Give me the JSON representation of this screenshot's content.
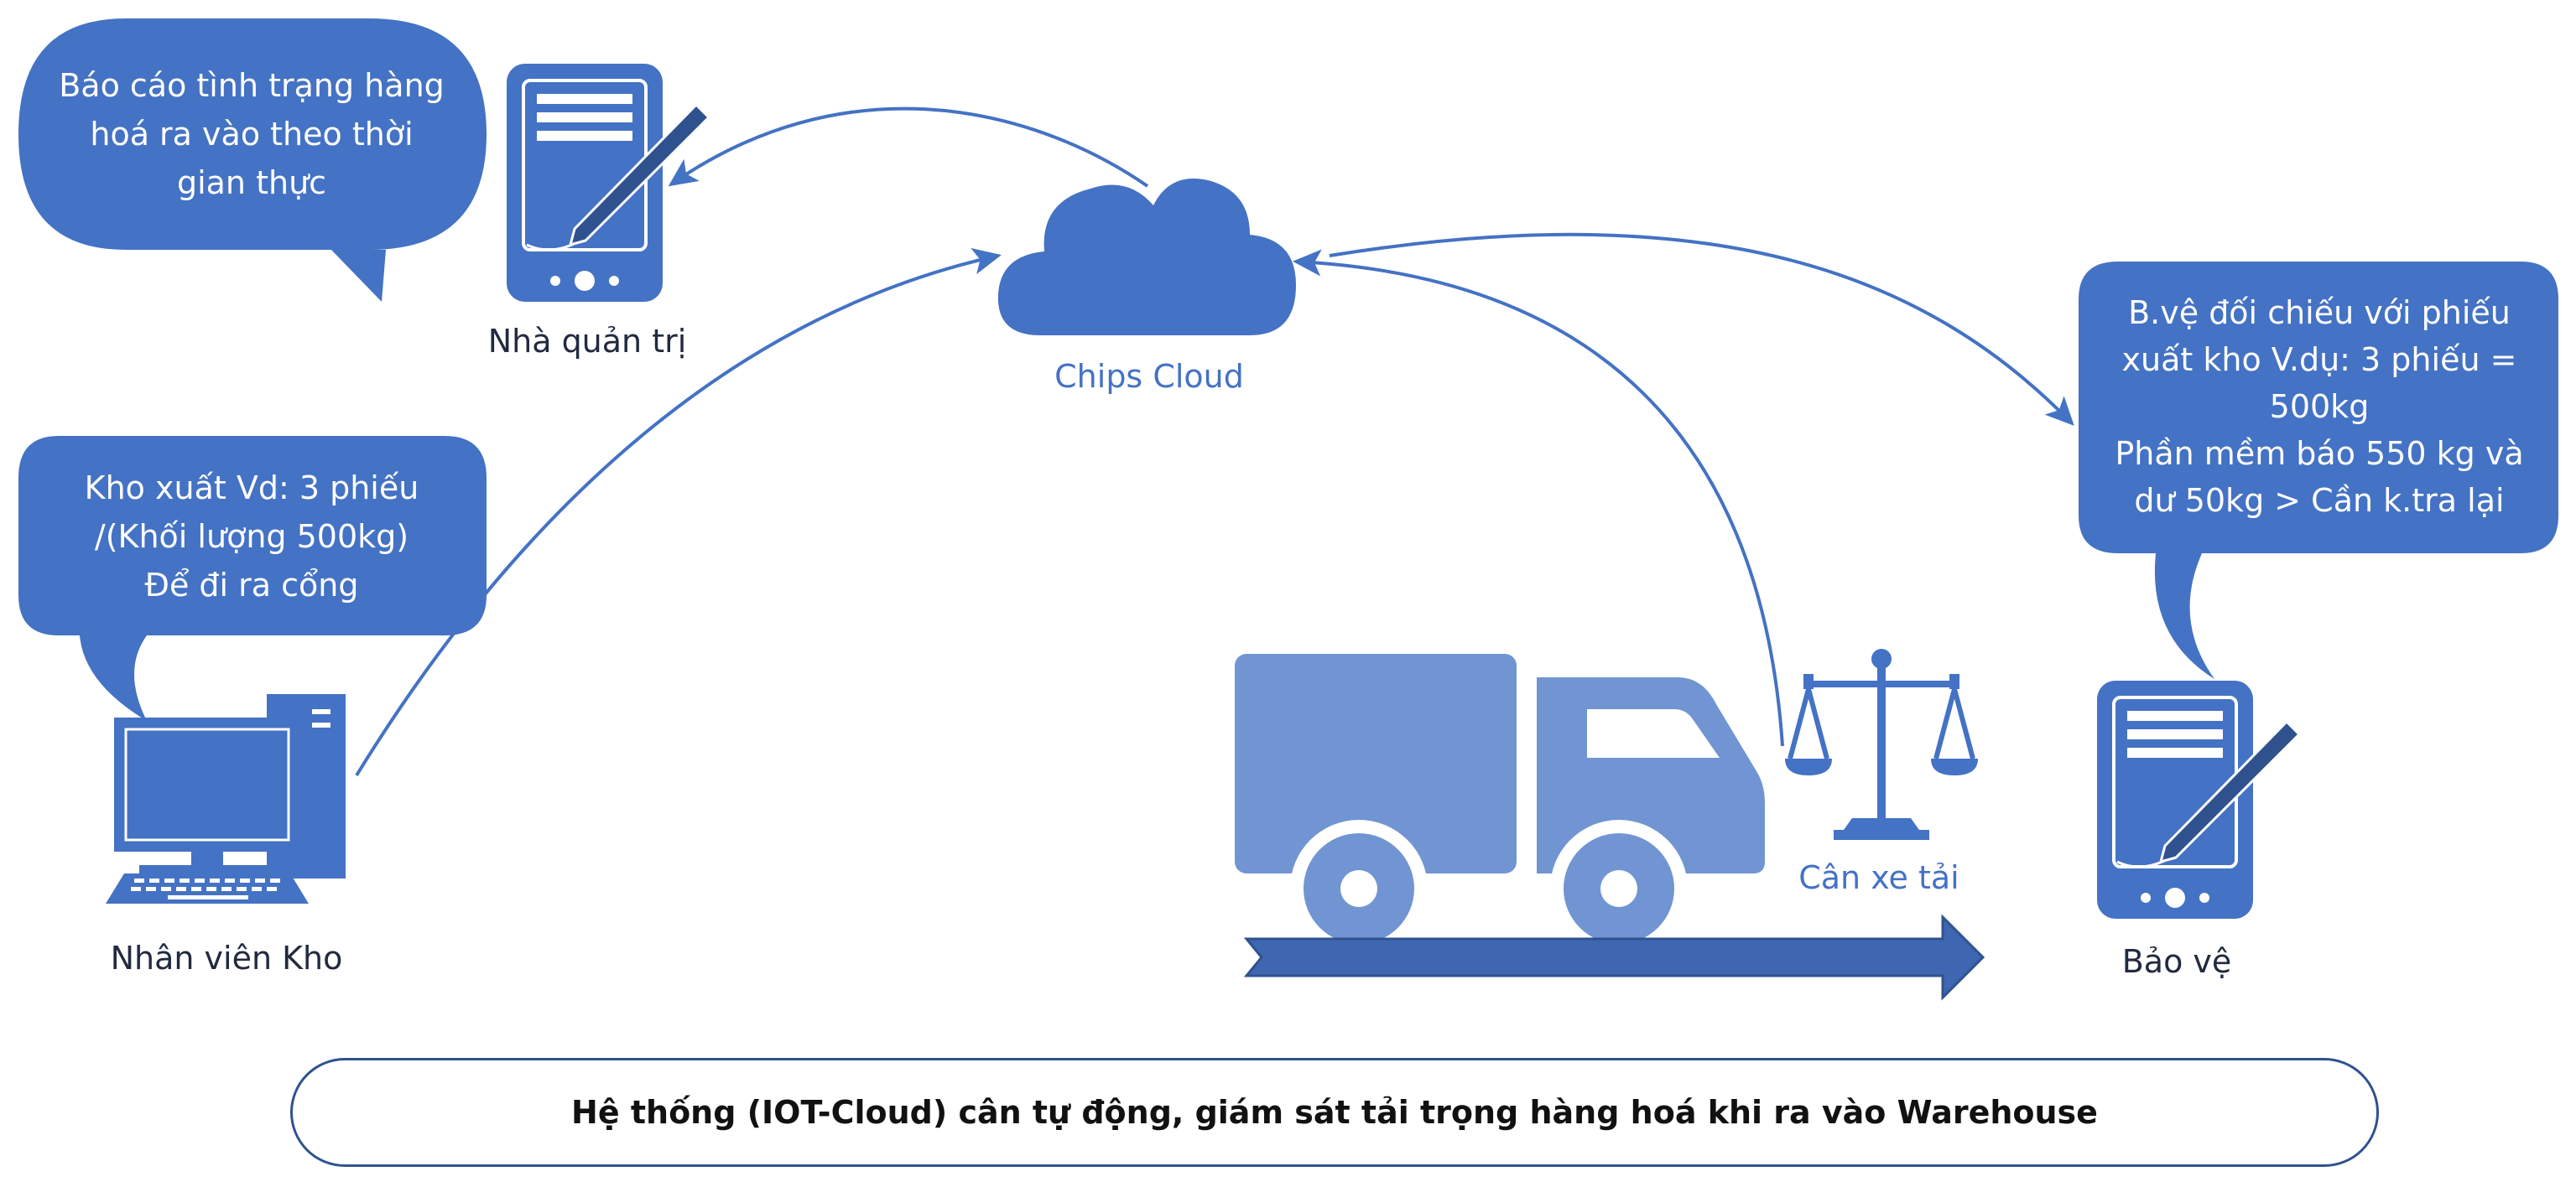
{
  "bubbles": {
    "admin_report": [
      "Báo cáo tình trạng hàng",
      "hoá ra vào theo thời",
      "gian thực"
    ],
    "warehouse_export": [
      "Kho xuất Vd: 3 phiếu",
      "/(Khối lượng 500kg)",
      "Để đi ra cổng"
    ],
    "guard_check": [
      "B.vệ đối chiếu với phiếu",
      "xuất kho V.dụ: 3 phiếu =",
      "500kg",
      "Phần mềm báo 550 kg và",
      "dư 50kg > Cần k.tra lại"
    ]
  },
  "labels": {
    "admin": "Nhà quản trị",
    "cloud": "Chips Cloud",
    "warehouse_staff": "Nhân viên Kho",
    "scale": "Cân xe tải",
    "guard": "Bảo vệ"
  },
  "footer": {
    "title": "Hệ thống (IOT-Cloud) cân tự động, giám sát tải trọng hàng hoá khi ra vào Warehouse"
  },
  "colors": {
    "primary_blue": "#4472c4",
    "light_blue": "#7195d3",
    "dark_blue": "#2f528f",
    "arrow_blue": "#3f66b0"
  },
  "icons": [
    "tablet-pen-icon",
    "cloud-icon",
    "desktop-computer-icon",
    "truck-icon",
    "balance-scale-icon",
    "right-arrow-icon"
  ]
}
